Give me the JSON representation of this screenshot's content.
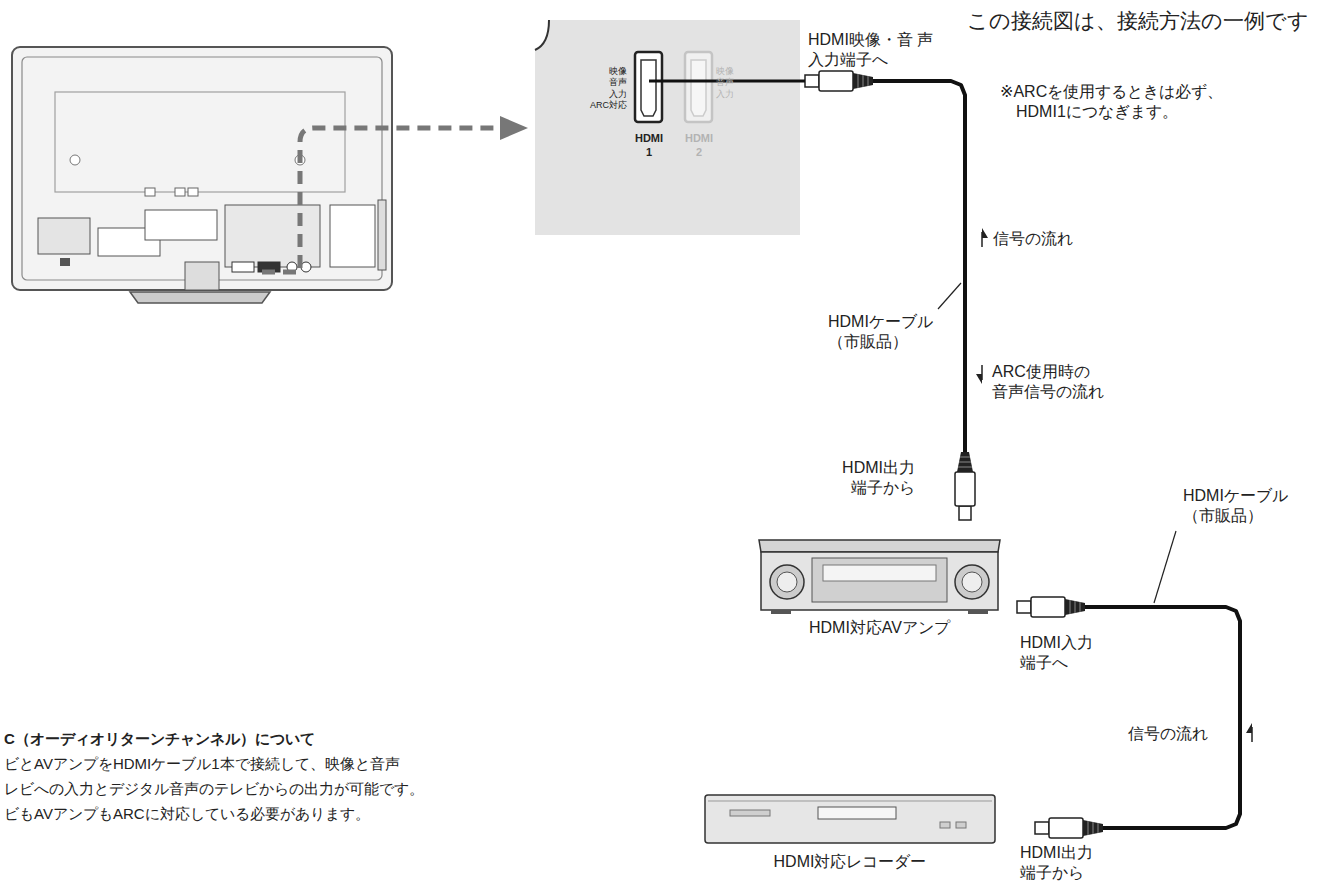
{
  "diagram": {
    "title": "この接続図は、接続方法の一例です",
    "nodes": [
      {
        "text": [
          "映像 音声 入力 ARC対応",
          "HDMI 1",
          "映像 音声 入力",
          "HDMI 2"
        ]
      },
      {
        "text": [
          "HDMI対応AVアンプ"
        ]
      },
      {
        "text": [
          "HDMI対応レコーダー"
        ]
      }
    ],
    "edges": [
      {
        "from": 0,
        "to": 1,
        "arrow": "none"
      },
      {
        "from": 1,
        "to": 2,
        "arrow": "none"
      }
    ],
    "labels": [
      "HDMI映像・音 声 入力端子へ",
      "※ARCを使用するときは必ず、 HDMI1につなぎます。",
      "信号の流れ",
      "HDMIケーブル （市販品）",
      "ARC使用時の 音声信号の流れ",
      "HDMI出力 端子から",
      "HDMIケーブル （市販品）",
      "HDMI入力 端子へ",
      "信号の流れ",
      "HDMI出力 端子から",
      "C（オーディオリターンチャンネル）について",
      "ビとAVアンプをHDMIケーブル1本で接続して、映像と音声",
      "レビへの入力とデジタル音声のテレビからの出力が可能です。",
      "ビもAVアンプもARCに対応している必要があります。"
    ]
  }
}
